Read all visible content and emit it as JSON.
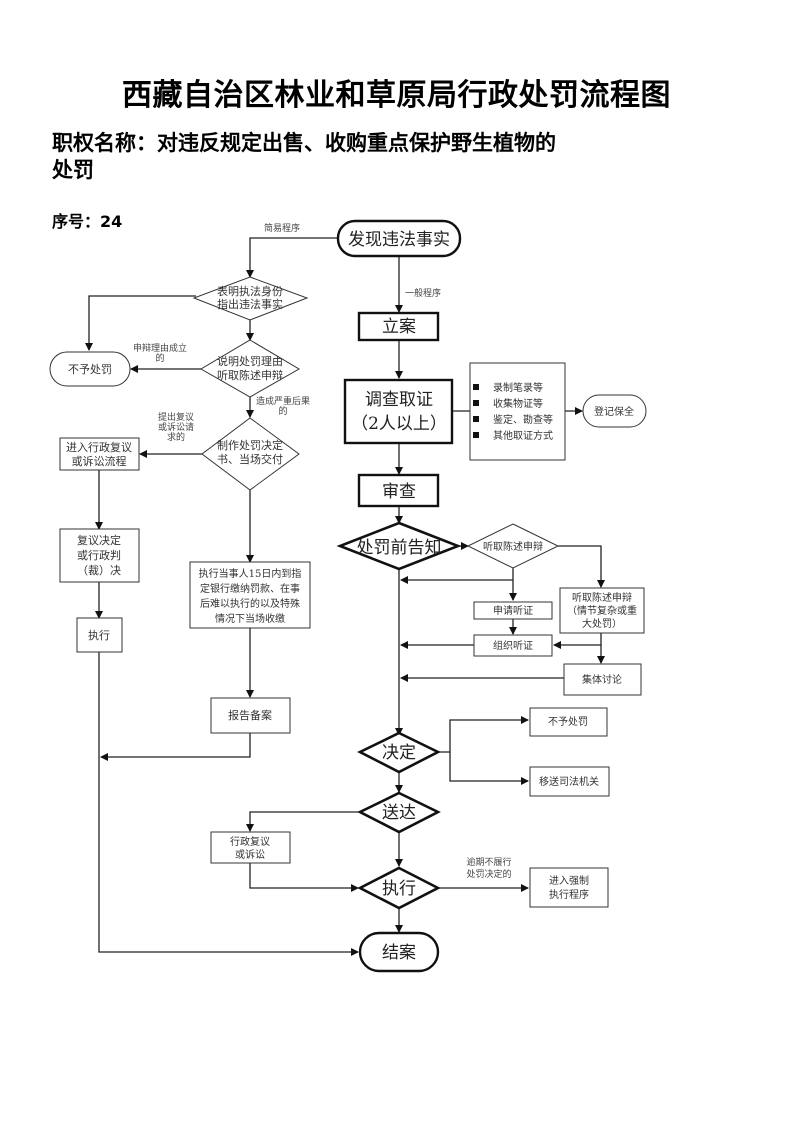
{
  "header": {
    "title": "西藏自治区林业和草原局行政处罚流程图",
    "subtitle_line1": "职权名称：对违反规定出售、收购重点保护野生植物的",
    "subtitle_line2": "处罚",
    "serial": "序号：24"
  },
  "nodes": {
    "discover": "发现违法事实",
    "simple_proc_label": "简易程序",
    "general_proc_label": "一般程序",
    "show_id_1": "表明执法身份",
    "show_id_2": "指出违法事实",
    "explain_1": "说明处罚理由",
    "explain_2": "听取陈述申辩",
    "defense_valid_1": "申辩理由成立",
    "defense_valid_2": "的",
    "no_penalty_left": "不予处罚",
    "serious_1": "造成严重后果",
    "serious_2": "的",
    "make_decision_1": "制作处罚决定",
    "make_decision_2": "书、当场交付",
    "request_review_1": "提出复议",
    "request_review_2": "或诉讼请",
    "request_review_3": "求的",
    "enter_review_1": "进入行政复议",
    "enter_review_2": "或诉讼流程",
    "review_decision_1": "复议决定",
    "review_decision_2": "或行政判",
    "review_decision_3": "（裁）决",
    "execute_left": "执行",
    "pay_1": "执行当事人15日内到指",
    "pay_2": "定银行缴纳罚款、在事",
    "pay_3": "后难以执行的以及特殊",
    "pay_4": "情况下当场收缴",
    "report": "报告备案",
    "file_case": "立案",
    "investigate_1": "调查取证",
    "investigate_2": "（2人以上）",
    "evidence_items": [
      "录制笔录等",
      "收集物证等",
      "鉴定、勘查等",
      "其他取证方式"
    ],
    "register_preserve": "登记保全",
    "review": "审查",
    "pre_notice": "处罚前告知",
    "hear_defense": "听取陈述申辩",
    "apply_hearing": "申请听证",
    "hear_complex_1": "听取陈述申辩",
    "hear_complex_2": "（情节复杂或重",
    "hear_complex_3": "大处罚）",
    "organize_hearing": "组织听证",
    "collective": "集体讨论",
    "decide": "决定",
    "no_penalty_right": "不予处罚",
    "transfer_judicial": "移送司法机关",
    "deliver": "送达",
    "admin_review_1": "行政复议",
    "admin_review_2": "或诉讼",
    "execute": "执行",
    "overdue_1": "逾期不履行",
    "overdue_2": "处罚决定的",
    "enforce_1": "进入强制",
    "enforce_2": "执行程序",
    "close_case": "结案"
  }
}
